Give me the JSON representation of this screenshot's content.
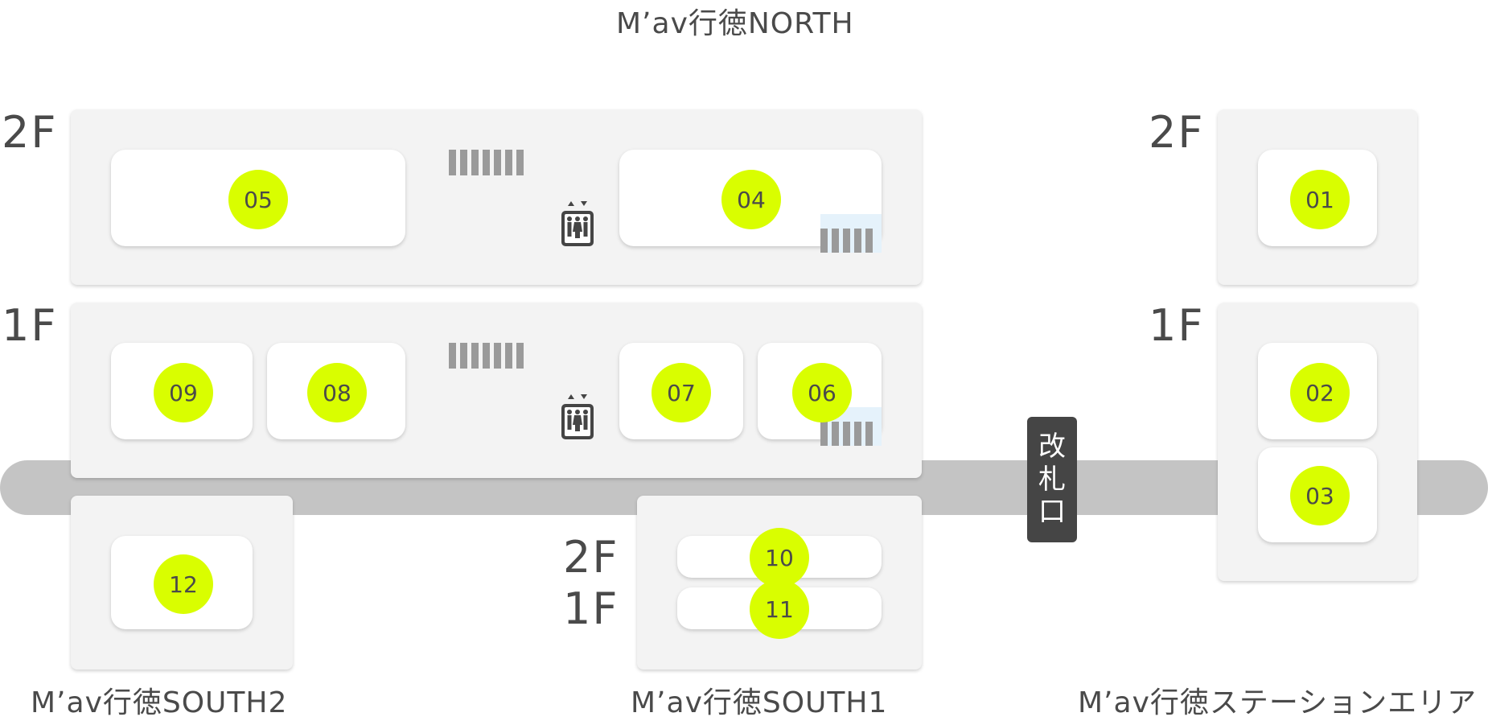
{
  "buildings": {
    "north": {
      "name": "M’av行徳NORTH"
    },
    "south2": {
      "name": "M’av行徳SOUTH2"
    },
    "south1": {
      "name": "M’av行徳SOUTH1"
    },
    "station": {
      "name": "M’av行徳ステーションエリア"
    }
  },
  "floors": {
    "f2": "2F",
    "f1": "1F"
  },
  "gate": {
    "chars": [
      "改",
      "札",
      "口"
    ]
  },
  "shops": {
    "s01": "01",
    "s02": "02",
    "s03": "03",
    "s04": "04",
    "s05": "05",
    "s06": "06",
    "s07": "07",
    "s08": "08",
    "s09": "09",
    "s10": "10",
    "s11": "11",
    "s12": "12"
  },
  "colors": {
    "badge": "#d9fe00",
    "panel": "#f3f3f3",
    "walkway": "#c4c4c4",
    "gate": "#454545",
    "text": "#4a4a4a"
  },
  "icons": {
    "elevator": "elevator-icon",
    "stairs": "stairs-icon",
    "escalator": "escalator-icon"
  }
}
